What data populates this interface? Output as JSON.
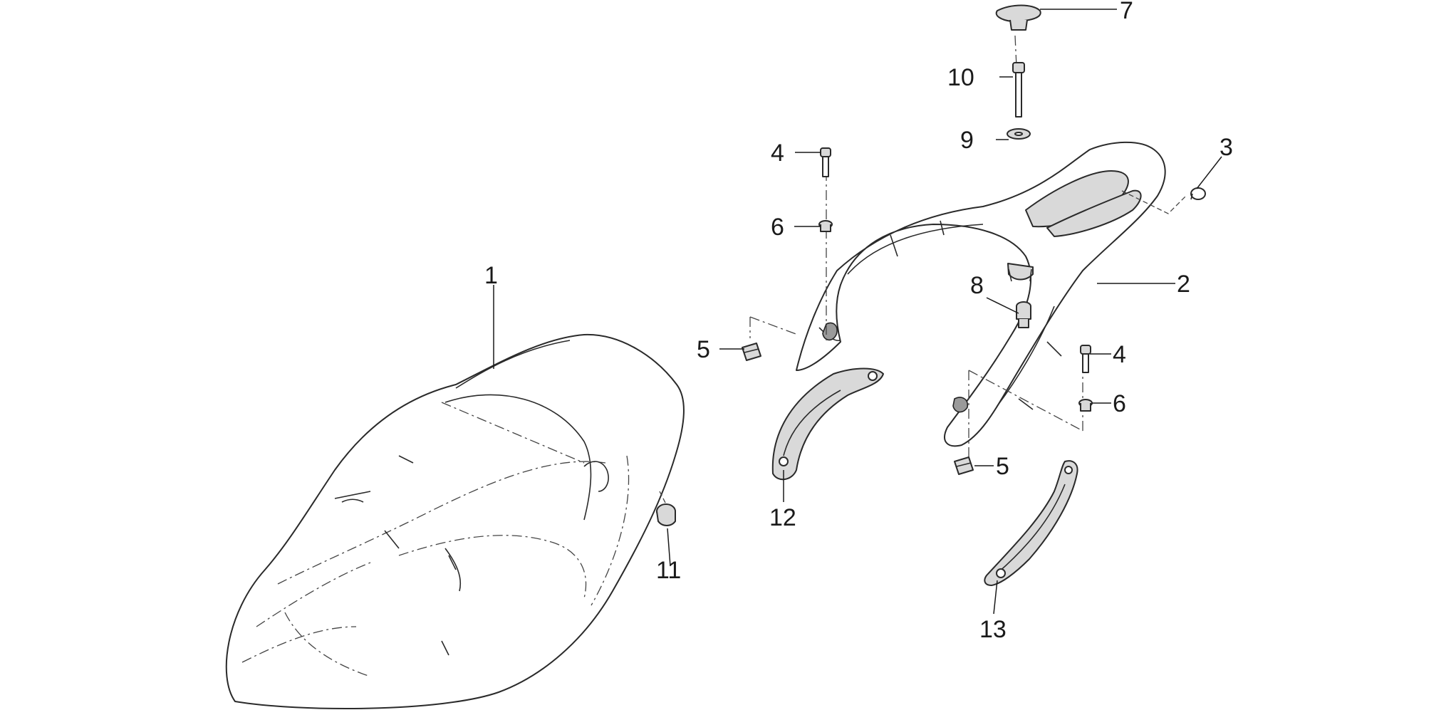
{
  "callouts": [
    {
      "id": "1",
      "label": "1"
    },
    {
      "id": "2",
      "label": "2"
    },
    {
      "id": "3",
      "label": "3"
    },
    {
      "id": "4a",
      "label": "4"
    },
    {
      "id": "4b",
      "label": "4"
    },
    {
      "id": "5a",
      "label": "5"
    },
    {
      "id": "5b",
      "label": "5"
    },
    {
      "id": "6a",
      "label": "6"
    },
    {
      "id": "6b",
      "label": "6"
    },
    {
      "id": "7",
      "label": "7"
    },
    {
      "id": "8",
      "label": "8"
    },
    {
      "id": "9",
      "label": "9"
    },
    {
      "id": "10",
      "label": "10"
    },
    {
      "id": "11",
      "label": "11"
    },
    {
      "id": "12",
      "label": "12"
    },
    {
      "id": "13",
      "label": "13"
    }
  ]
}
